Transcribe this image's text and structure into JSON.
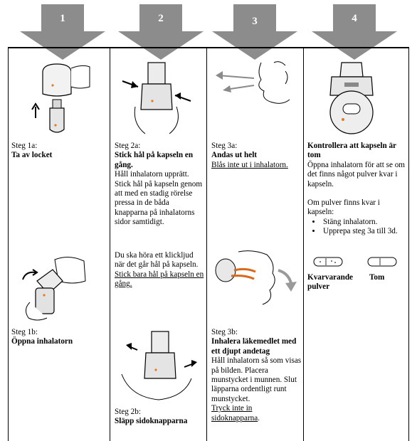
{
  "steps": {
    "numbers": [
      "1",
      "2",
      "3",
      "4"
    ]
  },
  "col1": {
    "s1a_label": "Steg 1a:",
    "s1a_title": "Ta av locket",
    "s1b_label": "Steg 1b:",
    "s1b_title": "Öppna inhalatorn"
  },
  "col2": {
    "s2a_label": "Steg 2a:",
    "s2a_title": "Stick hål på kapseln en gång.",
    "s2a_body": "Håll inhalatorn upprätt. Stick hål på kapseln genom att med en stadig rörelse pressa in de båda knapparna på inhalatorns sidor samtidigt.",
    "s2a_note": "Du ska höra ett klickljud när det går hål på kapseln.",
    "s2a_note_u": "Stick bara hål på kapseln en gång.",
    "s2b_label": "Steg 2b:",
    "s2b_title": "Släpp sidoknapparna"
  },
  "col3": {
    "s3a_label": "Steg 3a:",
    "s3a_title": "Andas ut helt",
    "s3a_body_u": "Blås inte ut i inhalatorn.",
    "s3b_label": "Steg 3b:",
    "s3b_title": "Inhalera läkemedlet med ett djupt andetag",
    "s3b_body": "Håll inhalatorn så som visas på bilden. Placera munstycket i munnen. Slut läpparna ordentligt runt munstycket.",
    "s3b_body_u": "Tryck inte in sidoknapparna",
    "s3b_body_end": "."
  },
  "col4": {
    "title": "Kontrollera att kapseln är tom",
    "body": "Öppna inhalatorn för att se om det finns något pulver kvar i kapseln.",
    "if_powder": "Om pulver finns kvar i kapseln:",
    "bullets": [
      "Stäng inhalatorn.",
      "Upprepa steg 3a till 3d."
    ],
    "cap_left": "Kvarvarande pulver",
    "cap_right": "Tom"
  }
}
